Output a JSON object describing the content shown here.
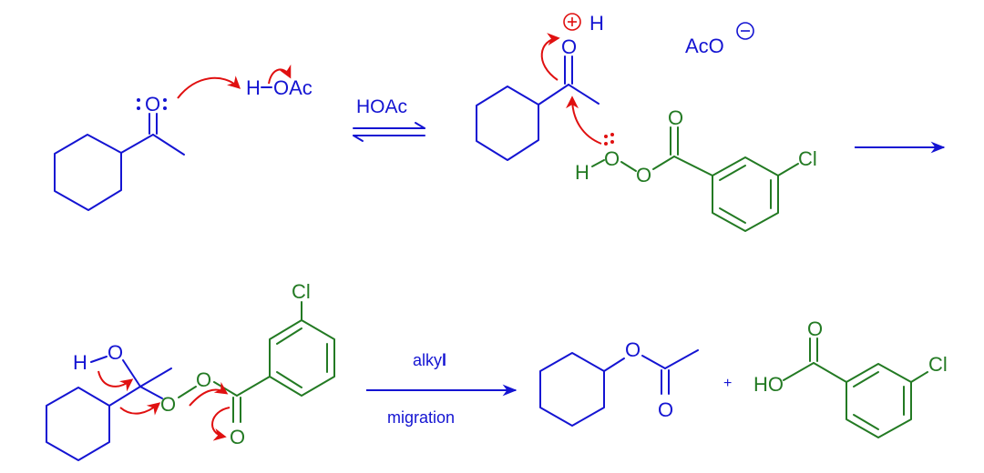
{
  "colors": {
    "reagent_blue": "#1414d2",
    "peracid_green": "#237a23",
    "electron_arrow_red": "#e01010"
  },
  "step1": {
    "ketone_oxygen": "O",
    "acid_hydrogen": "H",
    "acid_group": "OAc"
  },
  "equilibrium": {
    "label": "HOAc"
  },
  "intermediate1": {
    "carbonyl_oxygen": "O",
    "proton": "H",
    "counterion_text": "AcO",
    "peracid_hydrogen": "H",
    "peracid_oxygen_1": "O",
    "peracid_oxygen_2": "O",
    "carbonyl_oxygen_ester": "O",
    "chlorine": "Cl"
  },
  "criegee": {
    "hydroxyl_hydrogen": "H",
    "hydroxyl_oxygen": "O",
    "peroxy_oxygen_1": "O",
    "peroxy_oxygen_2": "O",
    "carbonyl_oxygen": "O",
    "chlorine": "Cl"
  },
  "rearrangement": {
    "label_top_plain": "alky",
    "label_top_bold": "l",
    "label_bottom": "migration"
  },
  "products": {
    "ester_oxygen": "O",
    "ester_carbonyl_oxygen": "O",
    "plus": "+",
    "acid_group": "HO",
    "acid_carbonyl_oxygen": "O",
    "chlorine": "Cl"
  }
}
